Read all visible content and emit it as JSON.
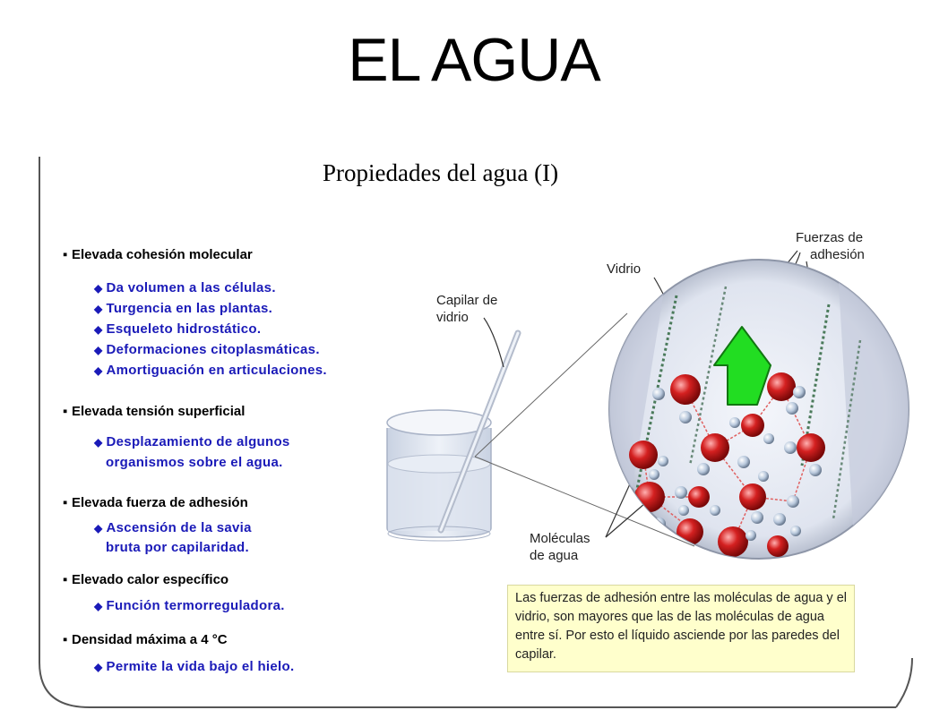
{
  "slide_title": "EL AGUA",
  "panel_title": "Propiedades del agua (I)",
  "properties": [
    {
      "heading": "Elevada cohesión molecular",
      "items": [
        "Da volumen a las células.",
        "Turgencia en las plantas.",
        "Esqueleto hidrostático.",
        "Deformaciones citoplasmáticas.",
        "Amortiguación en articulaciones."
      ]
    },
    {
      "heading": "Elevada tensión superficial",
      "items": [
        "Desplazamiento de algunos",
        "organismos sobre el agua."
      ]
    },
    {
      "heading": "Elevada fuerza de adhesión",
      "items": [
        "Ascensión de la savia",
        "bruta por capilaridad."
      ]
    },
    {
      "heading": "Elevado calor específico",
      "items": [
        "Función termorreguladora."
      ]
    },
    {
      "heading": "Densidad máxima a 4 °C",
      "items": [
        "Permite la vida bajo el hielo."
      ]
    }
  ],
  "labels": {
    "capilar_1": "Capilar de",
    "capilar_2": "vidrio",
    "vidrio": "Vidrio",
    "fuerzas_1": "Fuerzas de",
    "fuerzas_2": "adhesión",
    "moleculas_1": "Moléculas",
    "moleculas_2": "de agua"
  },
  "note": "Las fuerzas de adhesión entre las moléculas de agua y el vidrio, son mayores que las de las moléculas de agua entre sí. Por esto el líquido asciende por las paredes del capilar.",
  "colors": {
    "text_blue": "#1a1ab8",
    "note_bg": "#ffffcc",
    "arrow_green": "#22dd22",
    "oxygen_red": "#d42020",
    "hydrogen": "#b8c8dc"
  }
}
